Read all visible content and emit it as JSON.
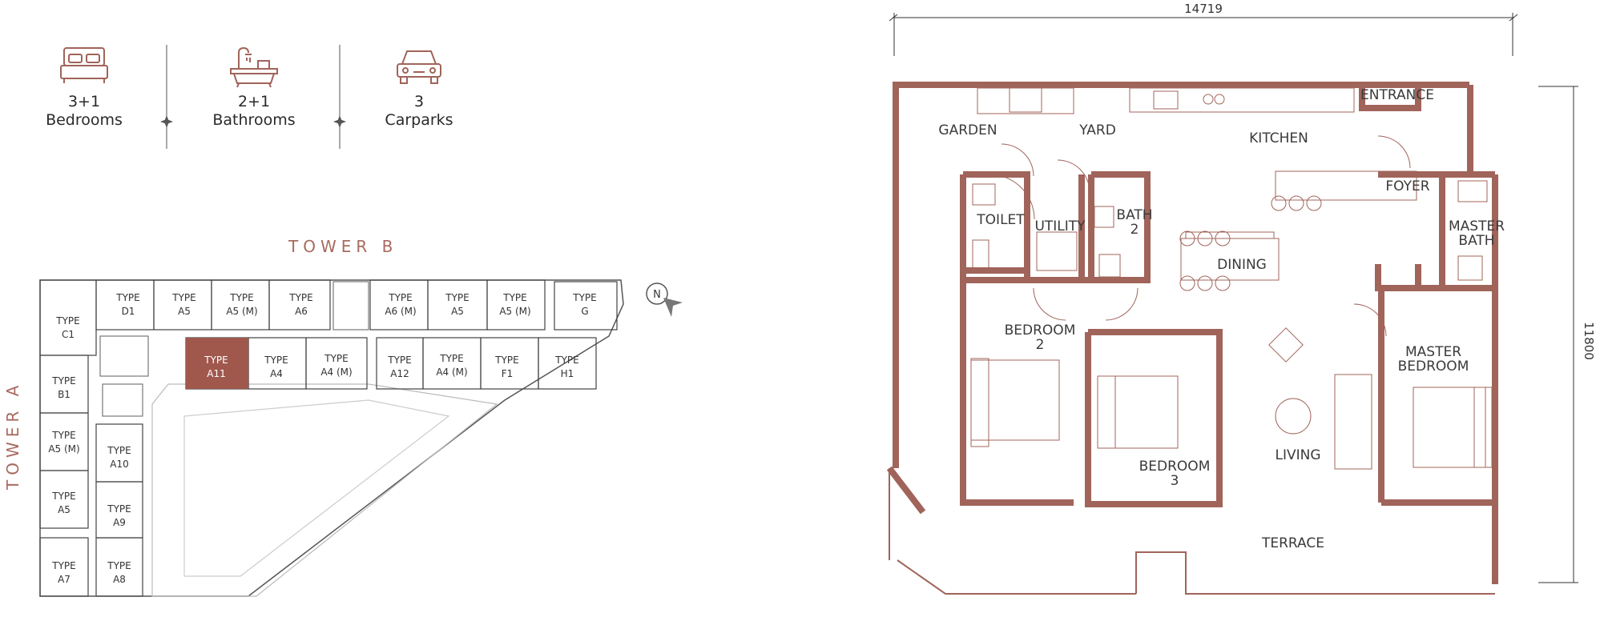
{
  "features": [
    {
      "icon": "bed-icon",
      "value": "3+1",
      "label": "Bedrooms"
    },
    {
      "icon": "bathtub-icon",
      "value": "2+1",
      "label": "Bathrooms"
    },
    {
      "icon": "car-icon",
      "value": "3",
      "label": "Carparks"
    }
  ],
  "key_plan": {
    "tower_b_label": "TOWER B",
    "tower_a_label": "TOWER A",
    "north_label": "N",
    "highlight_color": "#a0584d",
    "highlighted_unit": "TYPE A11",
    "units": [
      {
        "id": "c1",
        "l1": "TYPE",
        "l2": "C1"
      },
      {
        "id": "d1",
        "l1": "TYPE",
        "l2": "D1"
      },
      {
        "id": "a5a",
        "l1": "TYPE",
        "l2": "A5"
      },
      {
        "id": "a5m1",
        "l1": "TYPE",
        "l2": "A5 (M)"
      },
      {
        "id": "a6a",
        "l1": "TYPE",
        "l2": "A6"
      },
      {
        "id": "a6m",
        "l1": "TYPE",
        "l2": "A6 (M)"
      },
      {
        "id": "a5b",
        "l1": "TYPE",
        "l2": "A5"
      },
      {
        "id": "a5m2",
        "l1": "TYPE",
        "l2": "A5 (M)"
      },
      {
        "id": "g",
        "l1": "TYPE",
        "l2": "G"
      },
      {
        "id": "a11",
        "l1": "TYPE",
        "l2": "A11"
      },
      {
        "id": "a4a",
        "l1": "TYPE",
        "l2": "A4"
      },
      {
        "id": "a4m1",
        "l1": "TYPE",
        "l2": "A4 (M)"
      },
      {
        "id": "a12",
        "l1": "TYPE",
        "l2": "A12"
      },
      {
        "id": "a4m2",
        "l1": "TYPE",
        "l2": "A4 (M)"
      },
      {
        "id": "f1",
        "l1": "TYPE",
        "l2": "F1"
      },
      {
        "id": "h1",
        "l1": "TYPE",
        "l2": "H1"
      },
      {
        "id": "b1",
        "l1": "TYPE",
        "l2": "B1"
      },
      {
        "id": "a5m3",
        "l1": "TYPE",
        "l2": "A5 (M)"
      },
      {
        "id": "a5c",
        "l1": "TYPE",
        "l2": "A5"
      },
      {
        "id": "a7",
        "l1": "TYPE",
        "l2": "A7"
      },
      {
        "id": "a10",
        "l1": "TYPE",
        "l2": "A10"
      },
      {
        "id": "a9",
        "l1": "TYPE",
        "l2": "A9"
      },
      {
        "id": "a8",
        "l1": "TYPE",
        "l2": "A8"
      }
    ]
  },
  "floor_plan": {
    "wall_color": "#a0645a",
    "dimension_width": "14719",
    "dimension_height": "11800",
    "rooms": {
      "garden": "GARDEN",
      "yard": "YARD",
      "kitchen": "KITCHEN",
      "entrance": "ENTRANCE",
      "foyer": "FOYER",
      "toilet": "TOILET",
      "utility": "UTILITY",
      "bath2_l1": "BATH",
      "bath2_l2": "2",
      "dining": "DINING",
      "master_bath_l1": "MASTER",
      "master_bath_l2": "BATH",
      "bedroom2_l1": "BEDROOM",
      "bedroom2_l2": "2",
      "master_bedroom_l1": "MASTER",
      "master_bedroom_l2": "BEDROOM",
      "living": "LIVING",
      "bedroom3_l1": "BEDROOM",
      "bedroom3_l2": "3",
      "terrace": "TERRACE"
    }
  }
}
